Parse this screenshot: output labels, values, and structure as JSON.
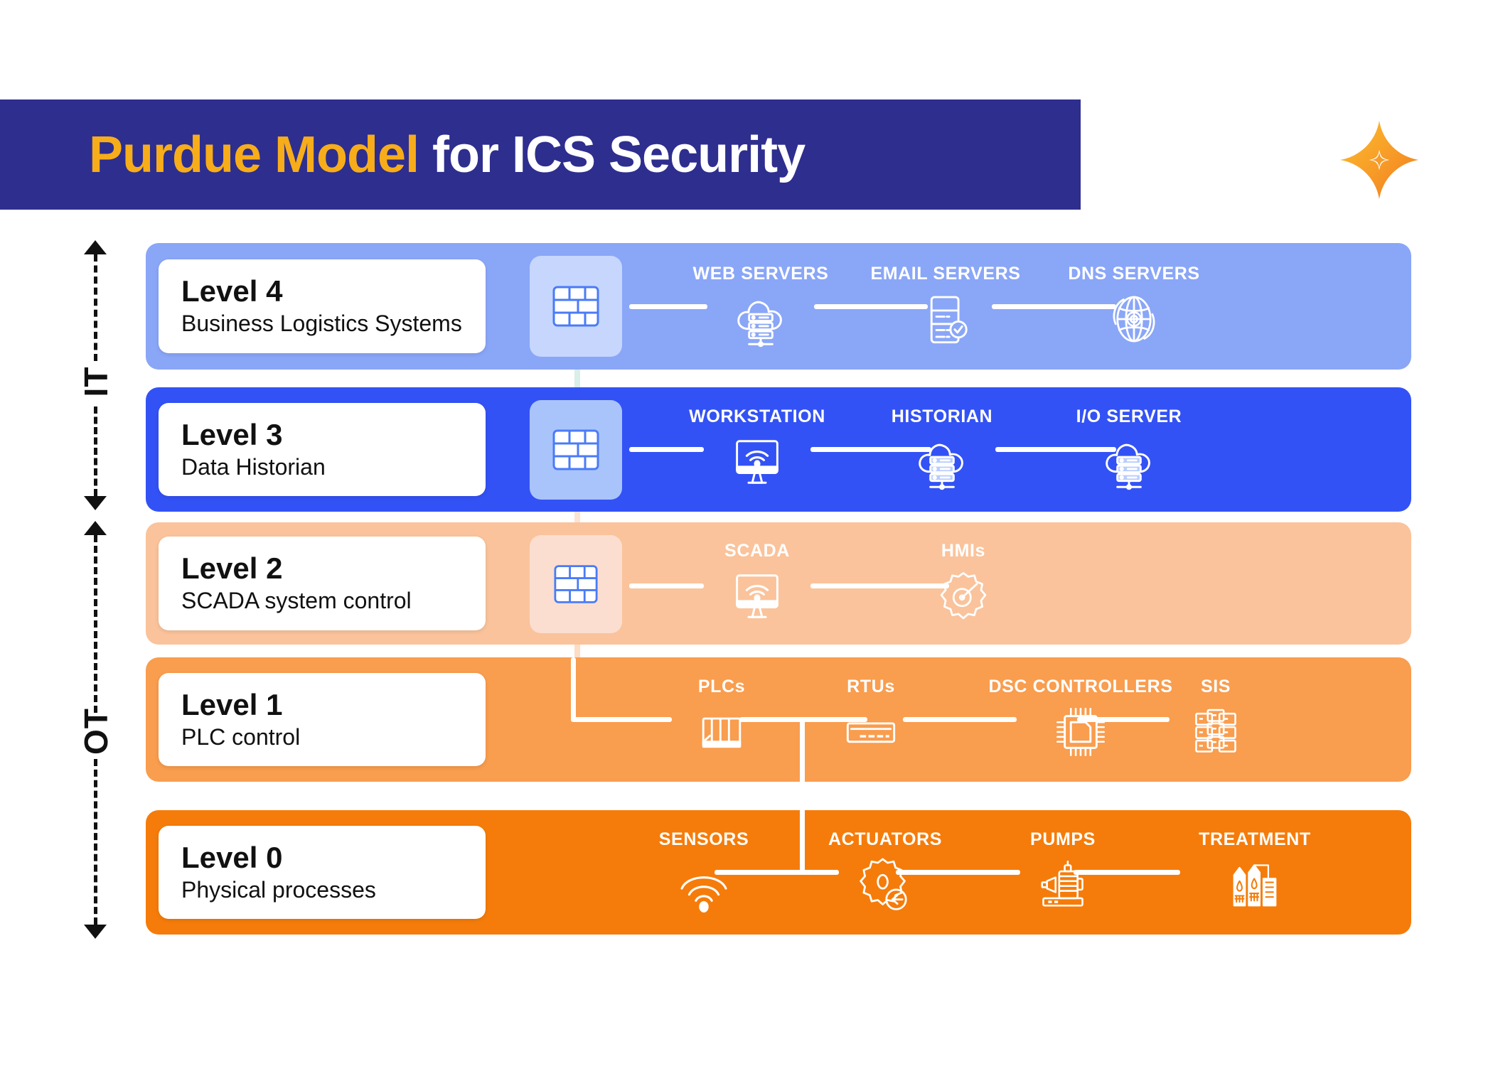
{
  "header": {
    "title_accent": "Purdue Model",
    "title_rest": " for ICS Security",
    "bar_color": "#2e2e8f",
    "accent_color": "#f7ad1a",
    "logo_icon": "four-point-star-icon"
  },
  "axis": {
    "it_label": "IT",
    "ot_label": "OT"
  },
  "levels": [
    {
      "id": "level-4",
      "title": "Level 4",
      "subtitle": "Business Logistics Systems",
      "band_color": "#8aa6f7",
      "fw_box_color": "#c6d6fd",
      "firewall_icon": "firewall-brick-icon",
      "has_firewall": true,
      "devices": [
        {
          "label": "WEB SERVERS",
          "icon": "cloud-server-icon"
        },
        {
          "label": "EMAIL SERVERS",
          "icon": "email-server-icon"
        },
        {
          "label": "DNS SERVERS",
          "icon": "globe-gear-icon"
        }
      ]
    },
    {
      "id": "level-3",
      "title": "Level 3",
      "subtitle": "Data Historian",
      "band_color": "#3352f5",
      "fw_box_color": "#a9c4fb",
      "firewall_icon": "firewall-brick-icon",
      "has_firewall": true,
      "devices": [
        {
          "label": "WORKSTATION",
          "icon": "monitor-wifi-icon"
        },
        {
          "label": "HISTORIAN",
          "icon": "cloud-server-icon"
        },
        {
          "label": "I/O SERVER",
          "icon": "cloud-server-icon"
        }
      ]
    },
    {
      "id": "level-2",
      "title": "Level 2",
      "subtitle": "SCADA system control",
      "band_color": "#fac39b",
      "fw_box_color": "#fbded0",
      "firewall_icon": "firewall-brick-icon",
      "has_firewall": true,
      "devices": [
        {
          "label": "SCADA",
          "icon": "monitor-wifi-icon"
        },
        {
          "label": "HMIs",
          "icon": "gear-gauge-icon"
        }
      ]
    },
    {
      "id": "level-1",
      "title": "Level 1",
      "subtitle": "PLC control",
      "band_color": "#f99d4e",
      "fw_box_color": "",
      "firewall_icon": "",
      "has_firewall": false,
      "devices": [
        {
          "label": "PLCs",
          "icon": "plc-rack-icon"
        },
        {
          "label": "RTUs",
          "icon": "rtu-unit-icon"
        },
        {
          "label": "DSC CONTROLLERS",
          "icon": "cpu-chip-icon"
        },
        {
          "label": "SIS",
          "icon": "stacked-modules-icon"
        }
      ]
    },
    {
      "id": "level-0",
      "title": "Level 0",
      "subtitle": "Physical processes",
      "band_color": "#f57c0a",
      "fw_box_color": "",
      "firewall_icon": "",
      "has_firewall": false,
      "devices": [
        {
          "label": "SENSORS",
          "icon": "sensor-wave-icon"
        },
        {
          "label": "ACTUATORS",
          "icon": "gear-arrow-icon"
        },
        {
          "label": "PUMPS",
          "icon": "pump-motor-icon"
        },
        {
          "label": "TREATMENT",
          "icon": "treatment-plant-icon"
        }
      ]
    }
  ]
}
